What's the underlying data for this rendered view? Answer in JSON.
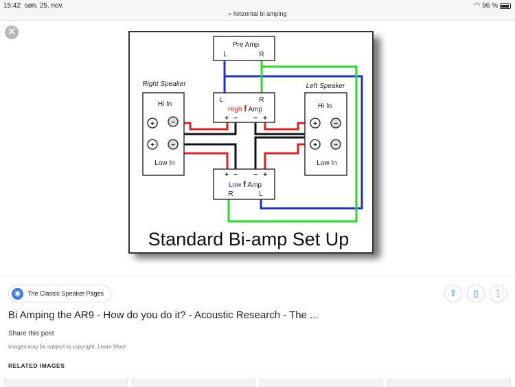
{
  "status": {
    "time": "15:42",
    "date": "søn. 25. nov.",
    "battery": "96 %",
    "battery_level": 0.96
  },
  "search": {
    "query": "hirizontal bi amping"
  },
  "diagram": {
    "pre_amp": "Pre Amp",
    "high_amp_high": "High",
    "high_amp_f": "f",
    "high_amp_amp": "Amp",
    "low_amp_low": "Low",
    "low_amp_f": "f",
    "low_amp_amp": "Amp",
    "L": "L",
    "R": "R",
    "plus": "+",
    "minus": "−",
    "right_speaker": "Right Speaker",
    "left_speaker": "Left Speaker",
    "hi_in": "Hi In",
    "low_in": "Low In",
    "caption": "Standard Bi-amp Set Up"
  },
  "result": {
    "source": "The Classic Speaker Pages",
    "title": "Bi Amping the AR9 - How do you do it? - Acoustic Research - The ...",
    "share": "Share this post",
    "copyright": "Images may be subject to copyright. Learn More",
    "related": "RELATED IMAGES"
  },
  "colors": {
    "red": "#e02020",
    "blue": "#1a2fd0",
    "green": "#22dd22",
    "black": "#111111"
  }
}
